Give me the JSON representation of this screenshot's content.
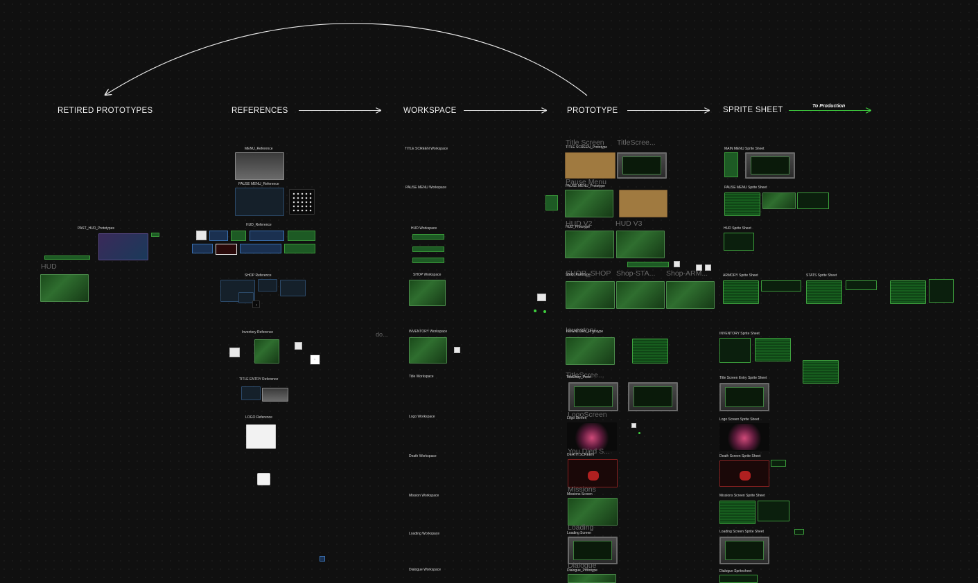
{
  "columns": {
    "retired": "RETIRED PROTOTYPES",
    "references": "REFERENCES",
    "workspace": "WORKSPACE",
    "prototype": "PROTOTYPE",
    "sprite_sheet": "SPRITE SHEET"
  },
  "to_production": "To Production",
  "retired": {
    "past_hud": "PAST_HUD_Prototypes",
    "hud_ghost": "HUD"
  },
  "references": {
    "menu": "MENU_Reference",
    "pause_menu": "PAUSE MENU_Reference",
    "hud": "HUD_Reference",
    "shop": "SHOP Reference",
    "inventory": "Inventory Reference",
    "title_entry": "TITLE ENTRY Reference",
    "logo": "LOGO Reference"
  },
  "workspace": {
    "title_screen": "TITLE SCREEN Workspace",
    "pause_menu": "PAUSE MENU Workspace",
    "hud": "HUD Workspace",
    "shop": "SHOP Workspace",
    "inventory": "INVENTORY Workspace",
    "title": "Title Workspace",
    "logo": "Logo Workspace",
    "death": "Death Workspace",
    "mission": "Mission Workspace",
    "loading": "Loading Workspace",
    "dialogue": "Dialogue Workspace",
    "do_ghost": "do..."
  },
  "prototype": {
    "title_screen_ghost": "Title Screen",
    "title_screen_ghost2": "TitleScree...",
    "title_screen_proto": "TITLE SCREEN_Prototype",
    "pause_menu_ghost": "Pause Menu",
    "pause_menu_proto": "PAUSE MENU_Prototype",
    "hud_v2_ghost": "HUD V2",
    "hud_v3_ghost": "HUD V3",
    "hud_proto": "HUD_Prototype",
    "shop_ghost": "SHOP_SHOP",
    "shop_sta_ghost": "Shop-STA...",
    "shop_arm_ghost": "Shop-ARM...",
    "shop_proto": "Shop_Prototype",
    "inventory_ghost": "Inventory",
    "inventory_proto": "INVENTORY_Prototype",
    "title_scre_ghost": "TitleScree...",
    "title_entry_proto": "TitleEntry_Proto",
    "logo_ghost": "LogoScreen",
    "logo_proto": "Logo Screen",
    "you_died_ghost": "You Died S...",
    "death_proto": "DEATH SCREEN",
    "missions_ghost": "Missions",
    "missions_proto": "Missions Screen",
    "loading_ghost": "Loading",
    "loading_proto": "Loading Screen",
    "dialogue_ghost": "Dialogue",
    "dialogue_proto": "Dialogue_Prototype"
  },
  "sprite_sheet": {
    "main_menu": "MAIN MENU Sprite Sheet",
    "pause_menu": "PAUSE MENU Sprite Sheet",
    "hud": "HUD Sprite Sheet",
    "armory": "ARMORY Sprite Sheet",
    "stats": "STATS Sprite Sheet",
    "inventory": "INVENTORY Sprite Sheet",
    "title_entry": "Title Screen Entry Sprite Sheet",
    "logo": "Logo Screen Sprite Sheet",
    "death": "Death Screen Sprite Sheet",
    "missions": "Missions Screen Sprite Sheet",
    "loading": "Loading Screen Sprite Sheet",
    "dialogue": "Dialogue Spritesheet"
  },
  "colors": {
    "background": "#101010",
    "arrow": "#e8e8e8",
    "production_arrow": "#3fd03f",
    "ui_green": "#1a6a22"
  }
}
